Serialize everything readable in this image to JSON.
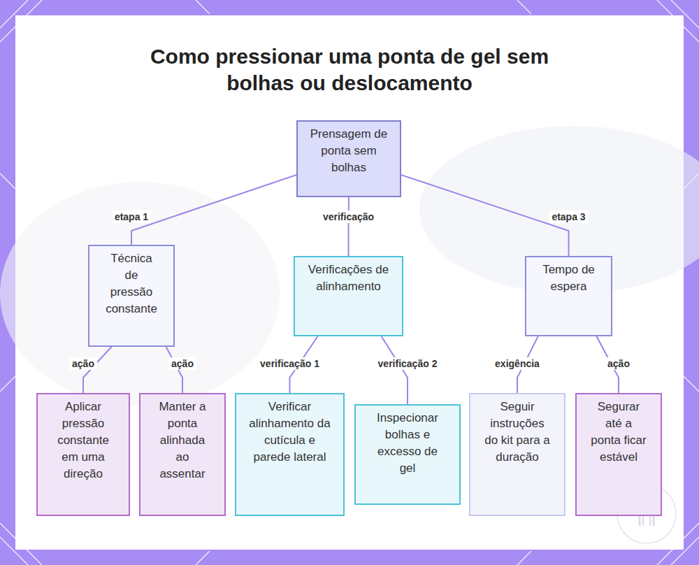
{
  "diagram": {
    "title": "Como pressionar uma ponta de gel sem bolhas ou deslocamento",
    "nodes": [
      {
        "text": [
          "Prensagem de ponta sem bolhas"
        ]
      },
      {
        "text": [
          "Técnica de pressão constante"
        ]
      },
      {
        "text": [
          "Verificações de alinhamento"
        ]
      },
      {
        "text": [
          "Tempo de espera"
        ]
      },
      {
        "text": [
          "Aplicar pressão constante em uma direção"
        ]
      },
      {
        "text": [
          "Manter a ponta alinhada ao assentar"
        ]
      },
      {
        "text": [
          "Verificar alinhamento da cutícula e parede lateral"
        ]
      },
      {
        "text": [
          "Inspecionar bolhas e excesso de gel"
        ]
      },
      {
        "text": [
          "Seguir instruções do kit para a duração"
        ]
      },
      {
        "text": [
          "Segurar até a ponta ficar estável"
        ]
      }
    ],
    "edges": [
      {
        "from": 0,
        "to": 1,
        "label": "etapa 1",
        "arrow": "none"
      },
      {
        "from": 0,
        "to": 2,
        "label": "verificação",
        "arrow": "none"
      },
      {
        "from": 0,
        "to": 3,
        "label": "etapa 3",
        "arrow": "none"
      },
      {
        "from": 1,
        "to": 4,
        "label": "ação",
        "arrow": "none"
      },
      {
        "from": 1,
        "to": 5,
        "label": "ação",
        "arrow": "none"
      },
      {
        "from": 2,
        "to": 6,
        "label": "verificação 1",
        "arrow": "none"
      },
      {
        "from": 2,
        "to": 7,
        "label": "verificação 2",
        "arrow": "none"
      },
      {
        "from": 3,
        "to": 8,
        "label": "exigência",
        "arrow": "none"
      },
      {
        "from": 3,
        "to": 9,
        "label": "ação",
        "arrow": "none"
      }
    ]
  }
}
